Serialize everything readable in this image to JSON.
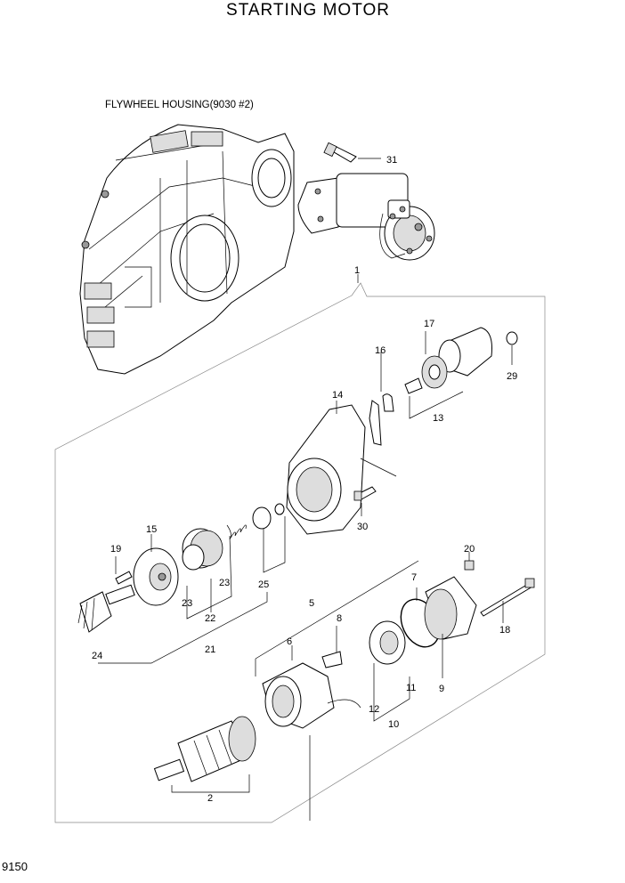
{
  "title": "STARTING MOTOR",
  "subtitle": "FLYWHEEL HOUSING(9030 #2)",
  "page_number": "9150",
  "callouts": [
    {
      "id": "31",
      "text": "31"
    },
    {
      "id": "1",
      "text": "1"
    },
    {
      "id": "17",
      "text": "17"
    },
    {
      "id": "16",
      "text": "16"
    },
    {
      "id": "29",
      "text": "29"
    },
    {
      "id": "14",
      "text": "14"
    },
    {
      "id": "13",
      "text": "13"
    },
    {
      "id": "30",
      "text": "30"
    },
    {
      "id": "15",
      "text": "15"
    },
    {
      "id": "19",
      "text": "19"
    },
    {
      "id": "23a",
      "text": "23"
    },
    {
      "id": "23b",
      "text": "23"
    },
    {
      "id": "22",
      "text": "22"
    },
    {
      "id": "25",
      "text": "25"
    },
    {
      "id": "21",
      "text": "21"
    },
    {
      "id": "24",
      "text": "24"
    },
    {
      "id": "20",
      "text": "20"
    },
    {
      "id": "7",
      "text": "7"
    },
    {
      "id": "5",
      "text": "5"
    },
    {
      "id": "8",
      "text": "8"
    },
    {
      "id": "6",
      "text": "6"
    },
    {
      "id": "18",
      "text": "18"
    },
    {
      "id": "9",
      "text": "9"
    },
    {
      "id": "11",
      "text": "11"
    },
    {
      "id": "12",
      "text": "12"
    },
    {
      "id": "10",
      "text": "10"
    },
    {
      "id": "2",
      "text": "2"
    }
  ]
}
